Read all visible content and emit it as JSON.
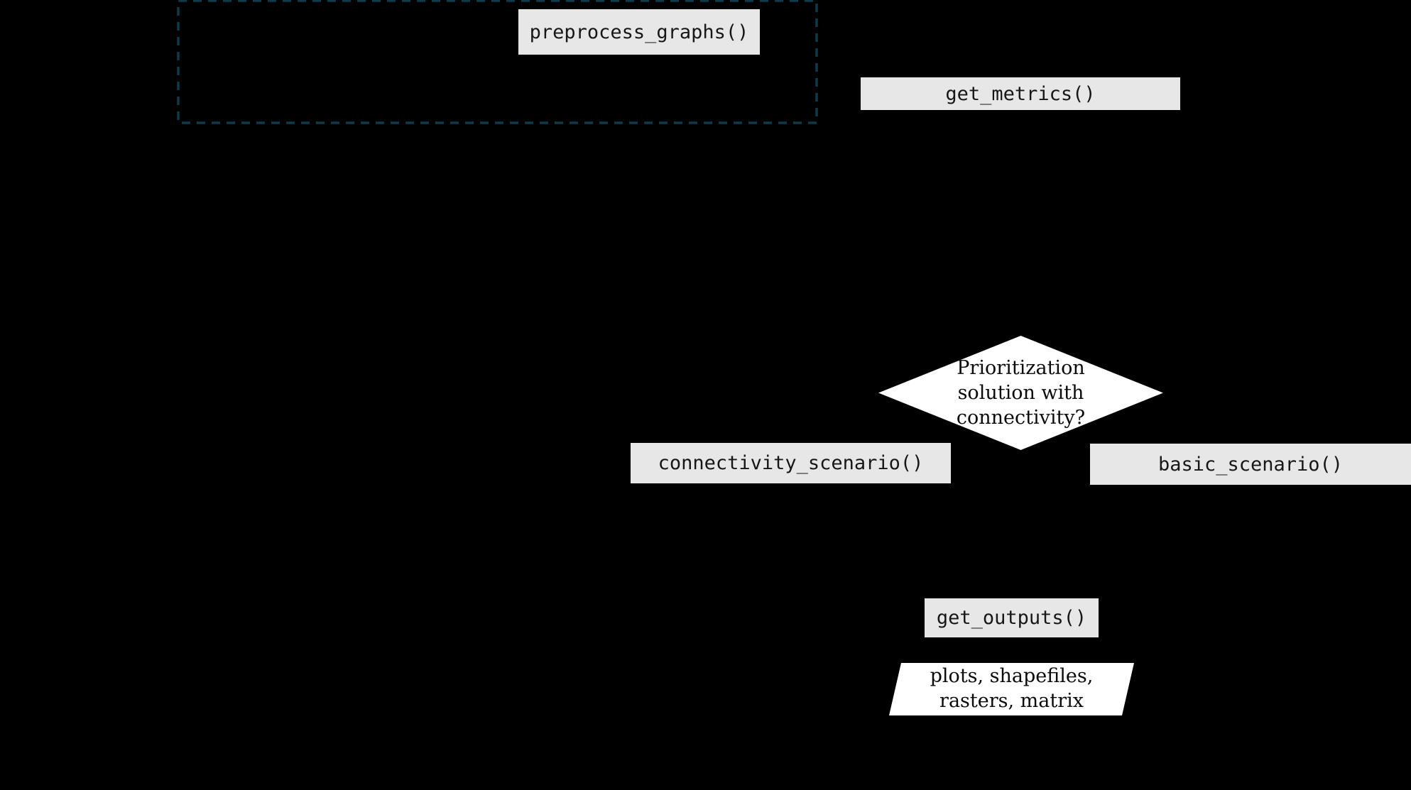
{
  "diagram": {
    "background_color": "#000000",
    "box_fill_color": "#e7e7e7",
    "shape_fill_color": "#ffffff",
    "dashed_outline_color": "#0e3a49",
    "nodes": {
      "preprocess": {
        "label": "preprocess_graphs()"
      },
      "get_metrics": {
        "label": "get_metrics()"
      },
      "decision": {
        "lines": [
          "Prioritization",
          "solution with",
          "connectivity?"
        ]
      },
      "connectivity_scenario": {
        "label": "connectivity_scenario()"
      },
      "basic_scenario": {
        "label": "basic_scenario()"
      },
      "get_outputs": {
        "label": "get_outputs()"
      },
      "outputs": {
        "lines": [
          "plots, shapefiles,",
          "rasters, matrix"
        ]
      }
    }
  }
}
